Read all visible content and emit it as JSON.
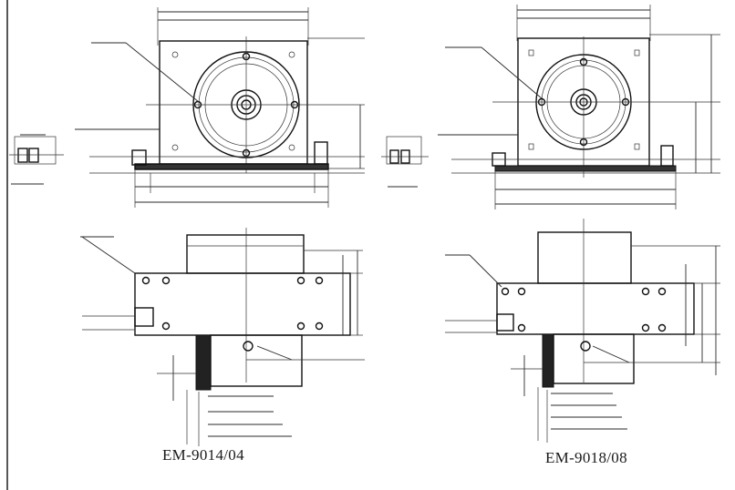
{
  "drawings": [
    {
      "id": "left",
      "caption": "EM-9014/04"
    },
    {
      "id": "right",
      "caption": "EM-9018/08"
    }
  ],
  "colors": {
    "line": "#1a1a1a",
    "background": "#ffffff",
    "hatch": "#222222"
  }
}
